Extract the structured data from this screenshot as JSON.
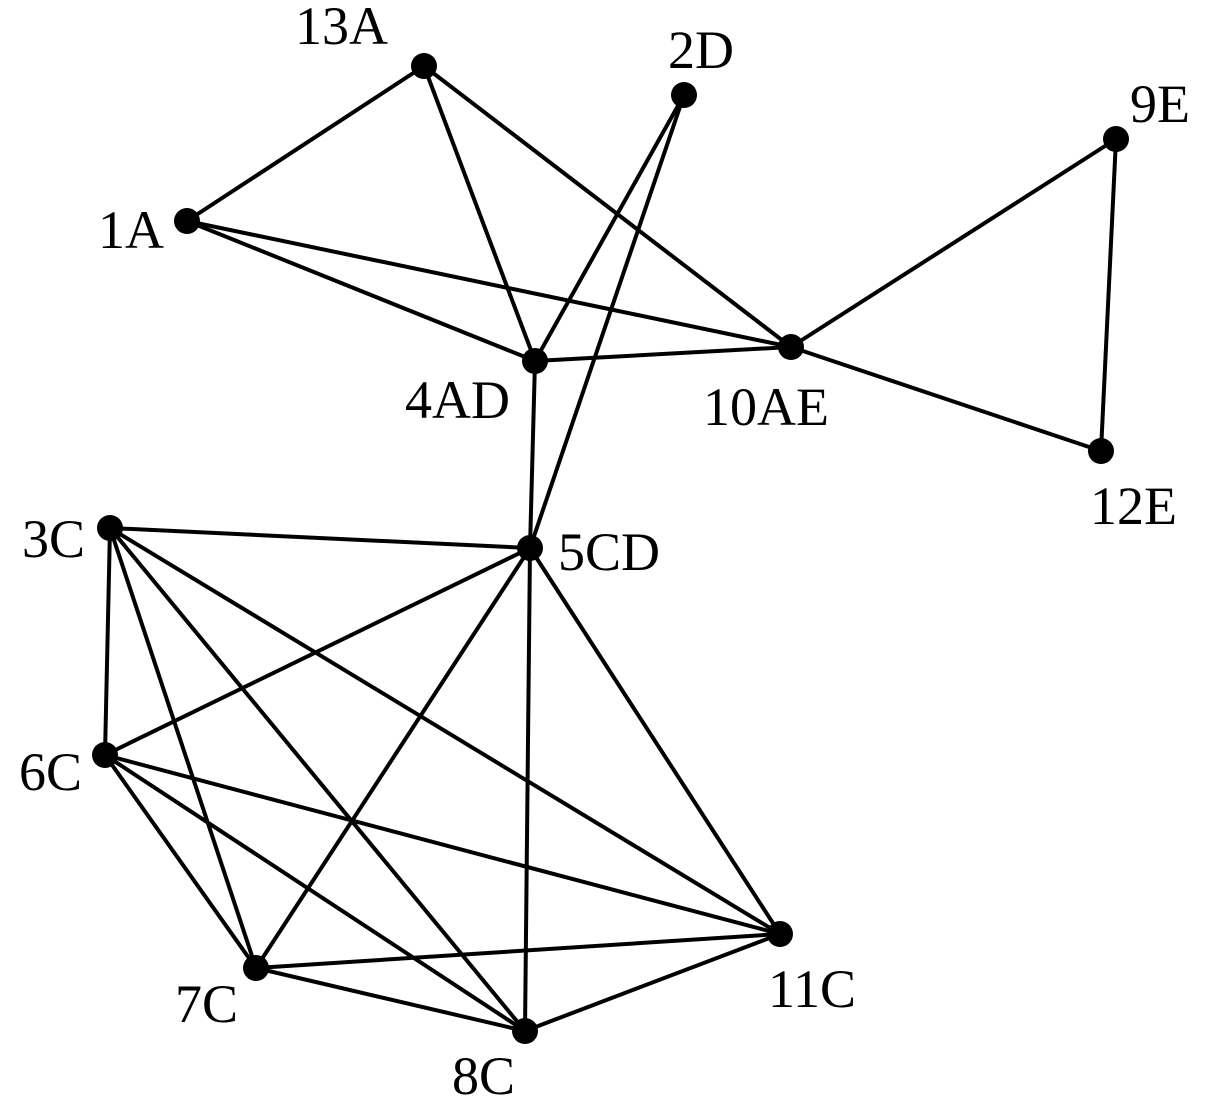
{
  "graph": {
    "nodes": [
      {
        "id": "n13A",
        "label": "13A"
      },
      {
        "id": "n2D",
        "label": "2D"
      },
      {
        "id": "n9E",
        "label": "9E"
      },
      {
        "id": "n1A",
        "label": "1A"
      },
      {
        "id": "n4AD",
        "label": "4AD"
      },
      {
        "id": "n10AE",
        "label": "10AE"
      },
      {
        "id": "n12E",
        "label": "12E"
      },
      {
        "id": "n3C",
        "label": "3C"
      },
      {
        "id": "n5CD",
        "label": "5CD"
      },
      {
        "id": "n6C",
        "label": "6C"
      },
      {
        "id": "n7C",
        "label": "7C"
      },
      {
        "id": "n8C",
        "label": "8C"
      },
      {
        "id": "n11C",
        "label": "11C"
      }
    ],
    "edges": [
      [
        "n1A",
        "n13A"
      ],
      [
        "n1A",
        "n4AD"
      ],
      [
        "n1A",
        "n10AE"
      ],
      [
        "n13A",
        "n4AD"
      ],
      [
        "n13A",
        "n10AE"
      ],
      [
        "n2D",
        "n4AD"
      ],
      [
        "n2D",
        "n5CD"
      ],
      [
        "n4AD",
        "n10AE"
      ],
      [
        "n4AD",
        "n5CD"
      ],
      [
        "n10AE",
        "n9E"
      ],
      [
        "n10AE",
        "n12E"
      ],
      [
        "n9E",
        "n12E"
      ],
      [
        "n3C",
        "n5CD"
      ],
      [
        "n3C",
        "n6C"
      ],
      [
        "n3C",
        "n7C"
      ],
      [
        "n3C",
        "n8C"
      ],
      [
        "n3C",
        "n11C"
      ],
      [
        "n5CD",
        "n6C"
      ],
      [
        "n5CD",
        "n7C"
      ],
      [
        "n5CD",
        "n8C"
      ],
      [
        "n5CD",
        "n11C"
      ],
      [
        "n6C",
        "n7C"
      ],
      [
        "n6C",
        "n8C"
      ],
      [
        "n6C",
        "n11C"
      ],
      [
        "n7C",
        "n8C"
      ],
      [
        "n7C",
        "n11C"
      ],
      [
        "n8C",
        "n11C"
      ]
    ]
  }
}
